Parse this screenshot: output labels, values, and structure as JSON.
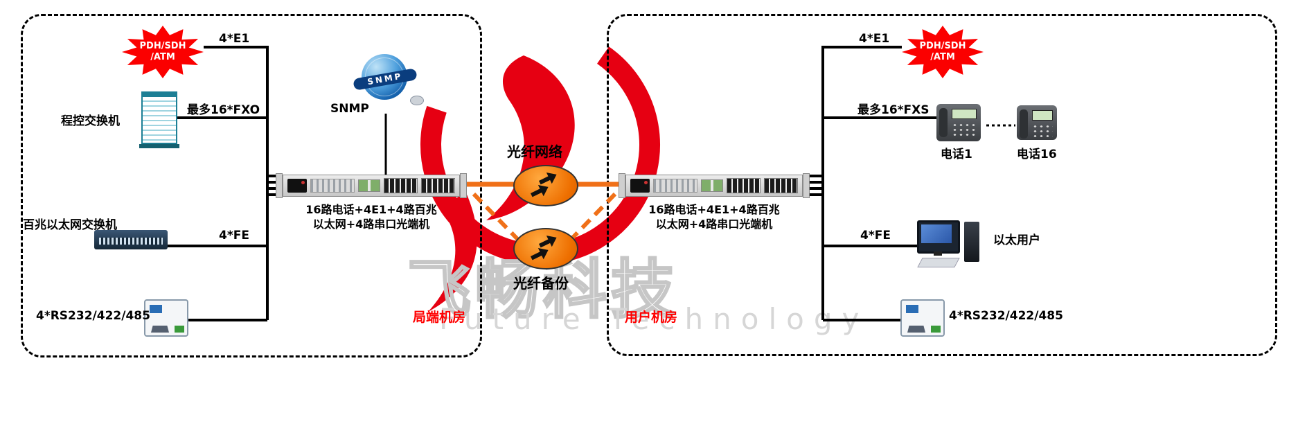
{
  "watermark": {
    "brand_cn": "飞畅科技",
    "brand_en": "Future Technology"
  },
  "left_room": {
    "room_label": "局端机房",
    "pdh_burst_line1": "PDH/SDH",
    "pdh_burst_line2": "/ATM",
    "e1_label": "4*E1",
    "pbx_label": "程控交换机",
    "fxo_label": "最多16*FXO",
    "snmp_globe_text": "SNMP",
    "snmp_label": "SNMP",
    "device_label_line1": "16路电话+4E1+4路百兆",
    "device_label_line2": "以太网+4路串口光端机",
    "eth_switch_label": "百兆以太网交换机",
    "fe_label": "4*FE",
    "serial_label": "4*RS232/422/485"
  },
  "fiber": {
    "main_label": "光纤网络",
    "backup_label": "光纤备份"
  },
  "right_room": {
    "room_label": "用户机房",
    "e1_label": "4*E1",
    "pdh_burst_line1": "PDH/SDH",
    "pdh_burst_line2": "/ATM",
    "fxs_label": "最多16*FXS",
    "phone1_label": "电话1",
    "phone16_label": "电话16",
    "device_label_line1": "16路电话+4E1+4路百兆",
    "device_label_line2": "以太网+4路串口光端机",
    "fe_label": "4*FE",
    "eth_user_label": "以太用户",
    "serial_label": "4*RS232/422/485"
  },
  "colors": {
    "fiber_orange": "#f07018",
    "burst_red": "#fb0000",
    "room_label_red": "#ff0000",
    "line_black": "#000000"
  }
}
